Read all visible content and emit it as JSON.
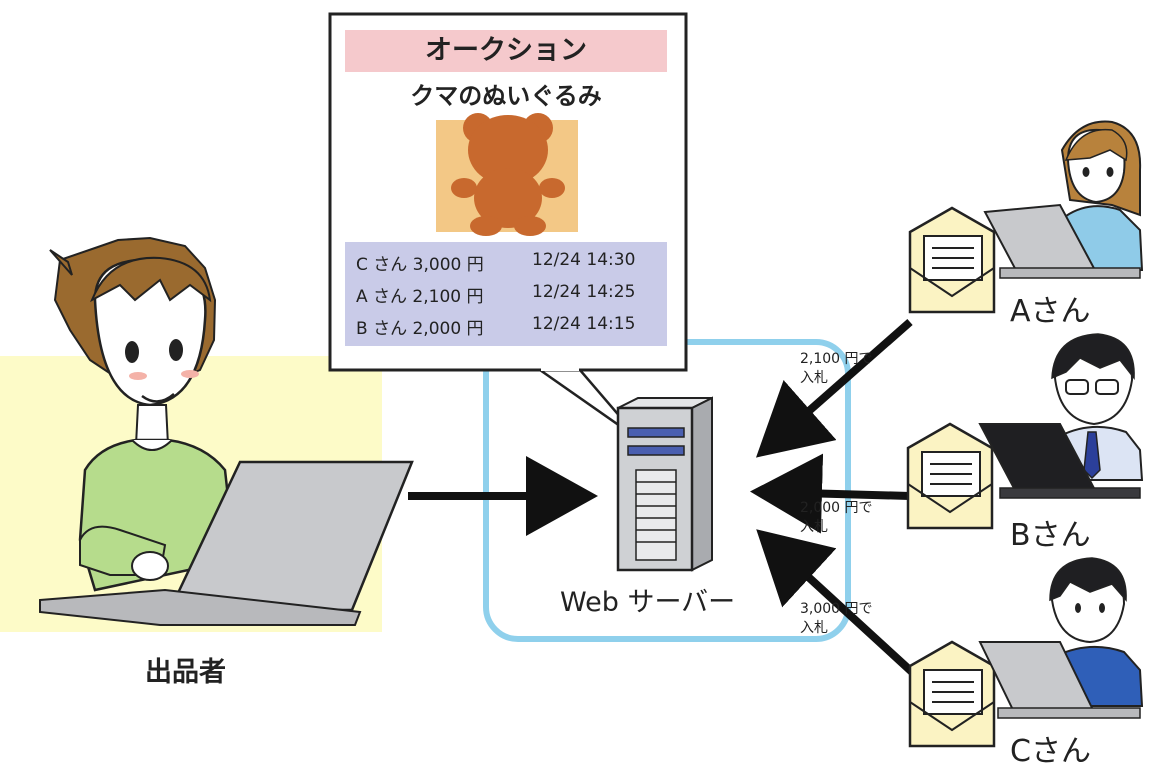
{
  "auction": {
    "title": "オークション",
    "item_name": "クマのぬいぐるみ",
    "bids": [
      {
        "bidder": "C さん 3,000 円",
        "time": "12/24 14:30"
      },
      {
        "bidder": "A さん 2,100 円",
        "time": "12/24 14:25"
      },
      {
        "bidder": "B さん 2,000 円",
        "time": "12/24 14:15"
      }
    ]
  },
  "server": {
    "label": "Web サーバー"
  },
  "seller": {
    "label": "出品者"
  },
  "bidders": [
    {
      "label": "Aさん",
      "bid_amount": "2,100 円で",
      "bid_action": "入札"
    },
    {
      "label": "Bさん",
      "bid_amount": "2,000 円で",
      "bid_action": "入札"
    },
    {
      "label": "Cさん",
      "bid_amount": "3,000 円で",
      "bid_action": "入札"
    }
  ],
  "colors": {
    "auction_header": "#f5c9cc",
    "bid_table": "#c9cbe8",
    "bear": "#c8692e",
    "bear_bg": "#f3c886",
    "network_line": "#8fd0ec",
    "seller_bg": "#fdfbc8",
    "seller_shirt": "#b6dc8c",
    "server": "#cfd1d4",
    "envelope": "#fbf3c3"
  }
}
